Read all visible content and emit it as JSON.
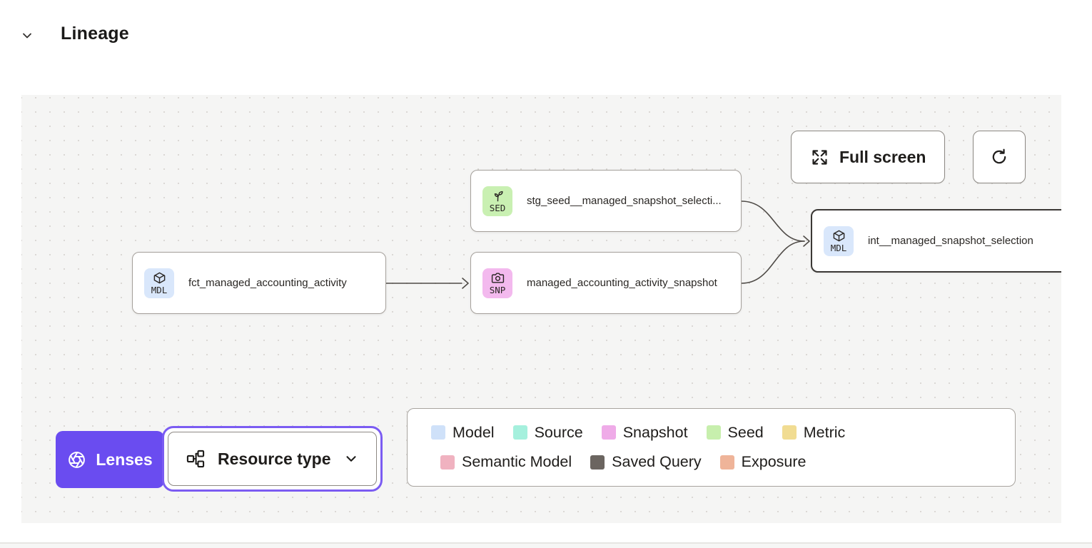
{
  "header": {
    "title": "Lineage",
    "collapse_icon": "chevron-down"
  },
  "canvas": {
    "toolbar": {
      "full_screen_label": "Full screen",
      "full_screen_icon": "expand-arrows",
      "refresh_icon": "refresh-circular-arrow"
    },
    "nodes": [
      {
        "label": "fct_managed_accounting_activity",
        "badge": "MDL",
        "type": "model",
        "icon": "cube",
        "selected": false
      },
      {
        "label": "stg_seed__managed_snapshot_selecti...",
        "badge": "SED",
        "type": "seed",
        "icon": "sprout",
        "selected": false
      },
      {
        "label": "managed_accounting_activity_snapshot",
        "badge": "SNP",
        "type": "snapshot",
        "icon": "camera",
        "selected": false
      },
      {
        "label": "int__managed_snapshot_selection",
        "badge": "MDL",
        "type": "model",
        "icon": "cube",
        "selected": true
      }
    ],
    "edges": [
      {
        "from": "fct_managed_accounting_activity",
        "to": "managed_accounting_activity_snapshot"
      },
      {
        "from": "stg_seed__managed_snapshot_selecti...",
        "to": "int__managed_snapshot_selection"
      },
      {
        "from": "managed_accounting_activity_snapshot",
        "to": "int__managed_snapshot_selection"
      }
    ],
    "controls": {
      "lenses_label": "Lenses",
      "lenses_icon": "aperture",
      "resource_type_label": "Resource type",
      "resource_type_icon": "hierarchy",
      "dropdown_icon": "chevron-down"
    }
  },
  "legend": {
    "rows": [
      [
        {
          "label": "Model",
          "color": "#cfe1f9"
        },
        {
          "label": "Source",
          "color": "#a5f0dd"
        },
        {
          "label": "Snapshot",
          "color": "#efabe8"
        },
        {
          "label": "Seed",
          "color": "#c7efad"
        },
        {
          "label": "Metric",
          "color": "#f1dc92"
        }
      ],
      [
        {
          "label": "Semantic Model",
          "color": "#f0b2c0"
        },
        {
          "label": "Saved Query",
          "color": "#6b6560"
        },
        {
          "label": "Exposure",
          "color": "#efb499"
        }
      ]
    ]
  },
  "colors": {
    "accent_purple": "#6a4cf0",
    "focus_ring": "#7b5cf2",
    "model_badge": "#d9e7fb",
    "seed_badge": "#c9f0b2",
    "snapshot_badge": "#f3b9ee",
    "canvas_bg": "#f5f5f4",
    "node_border": "#a5a09b",
    "selected_node_border": "#3b3835",
    "edge": "#4f4b47"
  }
}
